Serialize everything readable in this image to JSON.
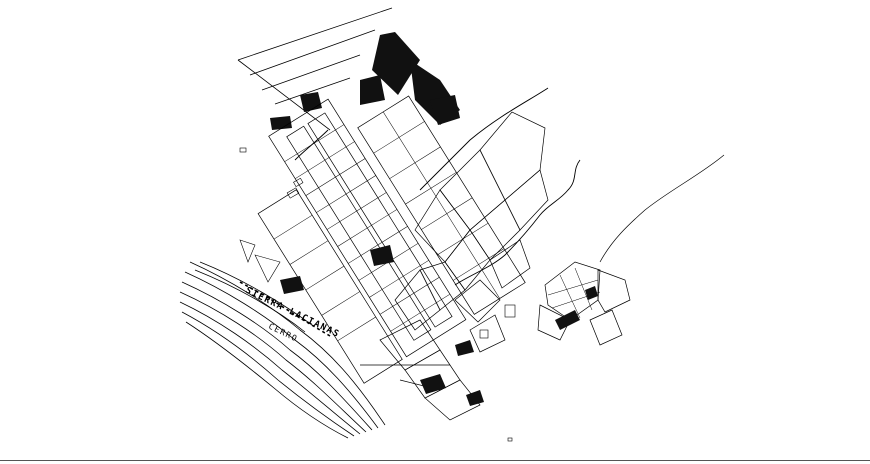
{
  "map": {
    "style": "cad-site-plan",
    "colors": {
      "background": "#ffffff",
      "ink": "#000000",
      "fill": "#111111"
    },
    "labels": {
      "shore_primary": "SIERRA LACIANAS",
      "shore_secondary": "CERRO"
    }
  }
}
